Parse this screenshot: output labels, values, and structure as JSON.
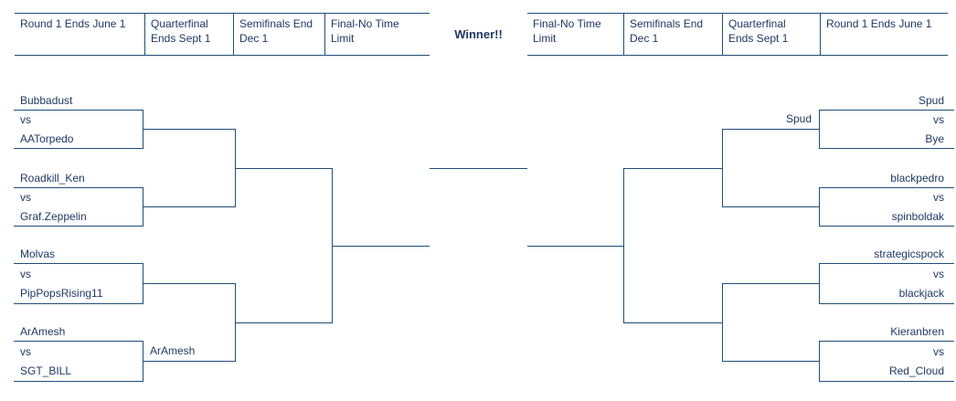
{
  "colors": {
    "line": "#1f4e79",
    "text": "#1f3864",
    "background": "#ffffff"
  },
  "header": {
    "left": [
      {
        "line1": "Round 1 Ends June 1",
        "line2": ""
      },
      {
        "line1": "Quarterfinal",
        "line2": "Ends Sept 1"
      },
      {
        "line1": "Semifinals End",
        "line2": "Dec 1"
      },
      {
        "line1": "Final-No Time",
        "line2": "Limit"
      }
    ],
    "winner_label": "Winner!!",
    "right": [
      {
        "line1": "Final-No Time",
        "line2": "Limit"
      },
      {
        "line1": "Semifinals End",
        "line2": "Dec 1"
      },
      {
        "line1": "Quarterfinal",
        "line2": "Ends Sept 1"
      },
      {
        "line1": "Round 1 Ends June 1",
        "line2": ""
      }
    ]
  },
  "bracket": {
    "left": {
      "round1": [
        {
          "player1": "Bubbadust",
          "vs": "vs",
          "player2": "AATorpedo"
        },
        {
          "player1": "Roadkill_Ken",
          "vs": "vs",
          "player2": "Graf.Zeppelin"
        },
        {
          "player1": "Molvas",
          "vs": "vs",
          "player2": "PipPopsRising11"
        },
        {
          "player1": "ArAmesh",
          "vs": "vs",
          "player2": "SGT_BILL"
        }
      ],
      "quarterfinal_winners": {
        "bottom": "ArAmesh"
      }
    },
    "right": {
      "round1": [
        {
          "player1": "Spud",
          "vs": "vs",
          "player2": "Bye"
        },
        {
          "player1": "blackpedro",
          "vs": "vs",
          "player2": "spinboldak"
        },
        {
          "player1": "strategicspock",
          "vs": "vs",
          "player2": "blackjack"
        },
        {
          "player1": "Kieranbren",
          "vs": "vs",
          "player2": "Red_Cloud"
        }
      ],
      "quarterfinal_winners": {
        "top": "Spud"
      }
    }
  }
}
